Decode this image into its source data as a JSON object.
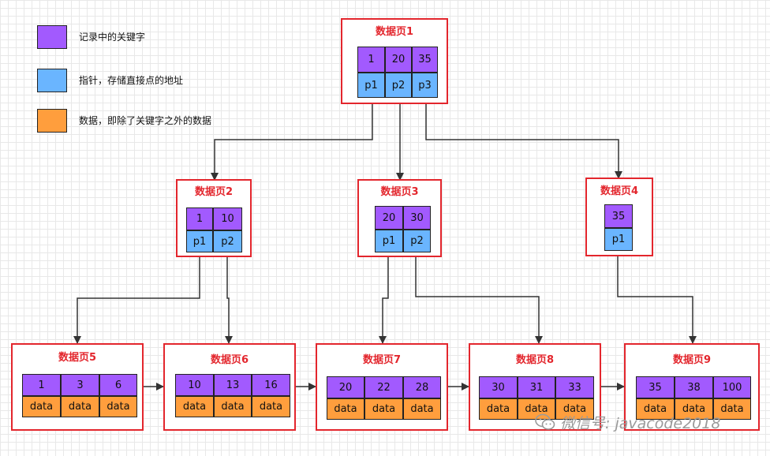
{
  "legend": [
    {
      "color": "#a25afe",
      "label": "记录中的关键字"
    },
    {
      "color": "#6ab5ff",
      "label": "指针，存储直接点的地址"
    },
    {
      "color": "#ff9e3d",
      "label": "数据，即除了关键字之外的数据"
    }
  ],
  "colors": {
    "frame": "#e3262d",
    "key": "#a25afe",
    "pointer": "#6ab5ff",
    "data": "#ff9e3d"
  },
  "pages": {
    "p1": {
      "title": "数据页1",
      "keys": [
        "1",
        "20",
        "35"
      ],
      "pointers": [
        "p1",
        "p2",
        "p3"
      ]
    },
    "p2": {
      "title": "数据页2",
      "keys": [
        "1",
        "10"
      ],
      "pointers": [
        "p1",
        "p2"
      ]
    },
    "p3": {
      "title": "数据页3",
      "keys": [
        "20",
        "30"
      ],
      "pointers": [
        "p1",
        "p2"
      ]
    },
    "p4": {
      "title": "数据页4",
      "keys": [
        "35"
      ],
      "pointers": [
        "p1"
      ]
    },
    "p5": {
      "title": "数据页5",
      "keys": [
        "1",
        "3",
        "6"
      ],
      "data": [
        "data",
        "data",
        "data"
      ]
    },
    "p6": {
      "title": "数据页6",
      "keys": [
        "10",
        "13",
        "16"
      ],
      "data": [
        "data",
        "data",
        "data"
      ]
    },
    "p7": {
      "title": "数据页7",
      "keys": [
        "20",
        "22",
        "28"
      ],
      "data": [
        "data",
        "data",
        "data"
      ]
    },
    "p8": {
      "title": "数据页8",
      "keys": [
        "30",
        "31",
        "33"
      ],
      "data": [
        "data",
        "data",
        "data"
      ]
    },
    "p9": {
      "title": "数据页9",
      "keys": [
        "35",
        "38",
        "100"
      ],
      "data": [
        "data",
        "data",
        "data"
      ]
    }
  },
  "watermark": {
    "text": "微信号: javacode2018",
    "icon": "wechat-icon"
  }
}
